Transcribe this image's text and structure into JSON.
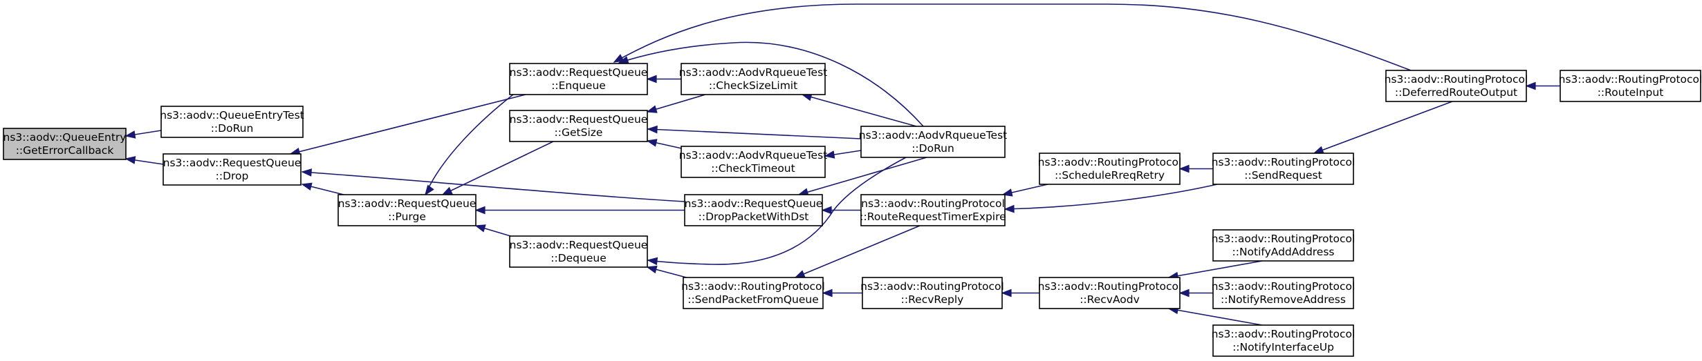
{
  "nodes": [
    {
      "id": "GetErrorCallback",
      "line1": "ns3::aodv::QueueEntry",
      "line2": "::GetErrorCallback",
      "highlight": true
    },
    {
      "id": "QueueEntryTest_DoRun",
      "line1": "ns3::aodv::QueueEntryTest",
      "line2": "::DoRun"
    },
    {
      "id": "Drop",
      "line1": "ns3::aodv::RequestQueue",
      "line2": "::Drop"
    },
    {
      "id": "Purge",
      "line1": "ns3::aodv::RequestQueue",
      "line2": "::Purge"
    },
    {
      "id": "Enqueue",
      "line1": "ns3::aodv::RequestQueue",
      "line2": "::Enqueue"
    },
    {
      "id": "GetSize",
      "line1": "ns3::aodv::RequestQueue",
      "line2": "::GetSize"
    },
    {
      "id": "Dequeue",
      "line1": "ns3::aodv::RequestQueue",
      "line2": "::Dequeue"
    },
    {
      "id": "CheckSizeLimit",
      "line1": "ns3::aodv::AodvRqueueTest",
      "line2": "::CheckSizeLimit"
    },
    {
      "id": "CheckTimeout",
      "line1": "ns3::aodv::AodvRqueueTest",
      "line2": "::CheckTimeout"
    },
    {
      "id": "DropPacketWithDst",
      "line1": "ns3::aodv::RequestQueue",
      "line2": "::DropPacketWithDst"
    },
    {
      "id": "SendPacketFromQueue",
      "line1": "ns3::aodv::RoutingProtocol",
      "line2": "::SendPacketFromQueue"
    },
    {
      "id": "AodvRqueueTest_DoRun",
      "line1": "ns3::aodv::AodvRqueueTest",
      "line2": "::DoRun"
    },
    {
      "id": "RouteRequestTimerExpire",
      "line1": "ns3::aodv::RoutingProtocol",
      "line2": "::RouteRequestTimerExpire"
    },
    {
      "id": "RecvReply",
      "line1": "ns3::aodv::RoutingProtocol",
      "line2": "::RecvReply"
    },
    {
      "id": "ScheduleRreqRetry",
      "line1": "ns3::aodv::RoutingProtocol",
      "line2": "::ScheduleRreqRetry"
    },
    {
      "id": "RecvAodv",
      "line1": "ns3::aodv::RoutingProtocol",
      "line2": "::RecvAodv"
    },
    {
      "id": "SendRequest",
      "line1": "ns3::aodv::RoutingProtocol",
      "line2": "::SendRequest"
    },
    {
      "id": "NotifyAddAddress",
      "line1": "ns3::aodv::RoutingProtocol",
      "line2": "::NotifyAddAddress"
    },
    {
      "id": "NotifyRemoveAddress",
      "line1": "ns3::aodv::RoutingProtocol",
      "line2": "::NotifyRemoveAddress"
    },
    {
      "id": "NotifyInterfaceUp",
      "line1": "ns3::aodv::RoutingProtocol",
      "line2": "::NotifyInterfaceUp"
    },
    {
      "id": "DeferredRouteOutput",
      "line1": "ns3::aodv::RoutingProtocol",
      "line2": "::DeferredRouteOutput"
    },
    {
      "id": "RouteInput",
      "line1": "ns3::aodv::RoutingProtocol",
      "line2": "::RouteInput"
    }
  ],
  "edges": [
    {
      "from": "QueueEntryTest_DoRun",
      "to": "GetErrorCallback"
    },
    {
      "from": "Drop",
      "to": "GetErrorCallback"
    },
    {
      "from": "Enqueue",
      "to": "Drop"
    },
    {
      "from": "DropPacketWithDst",
      "to": "Drop"
    },
    {
      "from": "Purge",
      "to": "Drop"
    },
    {
      "from": "Enqueue",
      "to": "Purge"
    },
    {
      "from": "GetSize",
      "to": "Purge"
    },
    {
      "from": "DropPacketWithDst",
      "to": "Purge"
    },
    {
      "from": "Dequeue",
      "to": "Purge"
    },
    {
      "from": "CheckSizeLimit",
      "to": "Enqueue"
    },
    {
      "from": "AodvRqueueTest_DoRun",
      "to": "Enqueue"
    },
    {
      "from": "DeferredRouteOutput",
      "to": "Enqueue"
    },
    {
      "from": "CheckSizeLimit",
      "to": "GetSize"
    },
    {
      "from": "AodvRqueueTest_DoRun",
      "to": "GetSize"
    },
    {
      "from": "CheckTimeout",
      "to": "GetSize"
    },
    {
      "from": "SendPacketFromQueue",
      "to": "Dequeue"
    },
    {
      "from": "AodvRqueueTest_DoRun",
      "to": "Dequeue"
    },
    {
      "from": "AodvRqueueTest_DoRun",
      "to": "CheckSizeLimit"
    },
    {
      "from": "AodvRqueueTest_DoRun",
      "to": "CheckTimeout"
    },
    {
      "from": "AodvRqueueTest_DoRun",
      "to": "DropPacketWithDst"
    },
    {
      "from": "RouteRequestTimerExpire",
      "to": "DropPacketWithDst"
    },
    {
      "from": "RouteRequestTimerExpire",
      "to": "SendPacketFromQueue"
    },
    {
      "from": "RecvReply",
      "to": "SendPacketFromQueue"
    },
    {
      "from": "ScheduleRreqRetry",
      "to": "RouteRequestTimerExpire"
    },
    {
      "from": "SendRequest",
      "to": "RouteRequestTimerExpire"
    },
    {
      "from": "SendRequest",
      "to": "ScheduleRreqRetry"
    },
    {
      "from": "RecvAodv",
      "to": "RecvReply"
    },
    {
      "from": "NotifyAddAddress",
      "to": "RecvAodv"
    },
    {
      "from": "NotifyRemoveAddress",
      "to": "RecvAodv"
    },
    {
      "from": "NotifyInterfaceUp",
      "to": "RecvAodv"
    },
    {
      "from": "DeferredRouteOutput",
      "to": "SendRequest"
    },
    {
      "from": "RouteInput",
      "to": "DeferredRouteOutput"
    }
  ],
  "colors": {
    "edge": "#191970",
    "highlight_fill": "#bfbfbf",
    "node_fill": "#ffffff",
    "node_stroke": "#000000"
  }
}
